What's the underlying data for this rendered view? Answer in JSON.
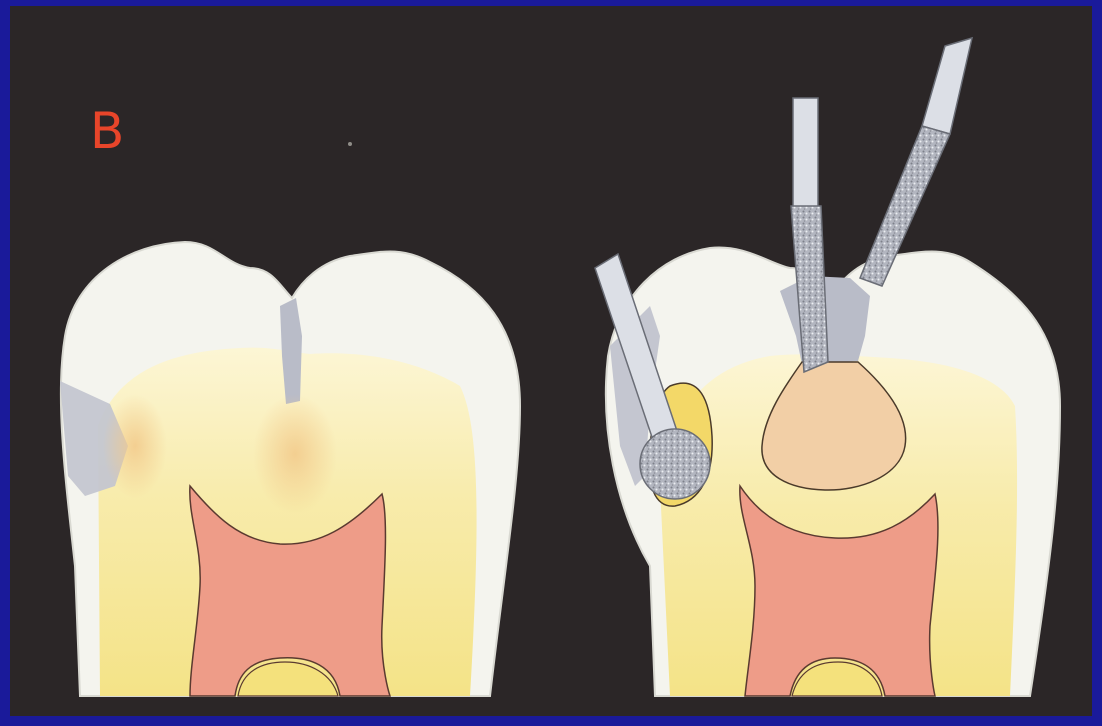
{
  "figure": {
    "label": "B",
    "label_color": "#e8452a"
  },
  "colors": {
    "background": "#2b2627",
    "border": "#1a1a9a",
    "enamel": "#f4f4ee",
    "dentin": "#f6ea9e",
    "pulp": "#ee9c88",
    "caries_grey": "#b9bcc8",
    "bur_shank": "#dcdfe6",
    "bur_head": "#a9adb8"
  },
  "panels": [
    {
      "name": "carious-tooth"
    },
    {
      "name": "prepared-tooth-with-burs"
    }
  ]
}
